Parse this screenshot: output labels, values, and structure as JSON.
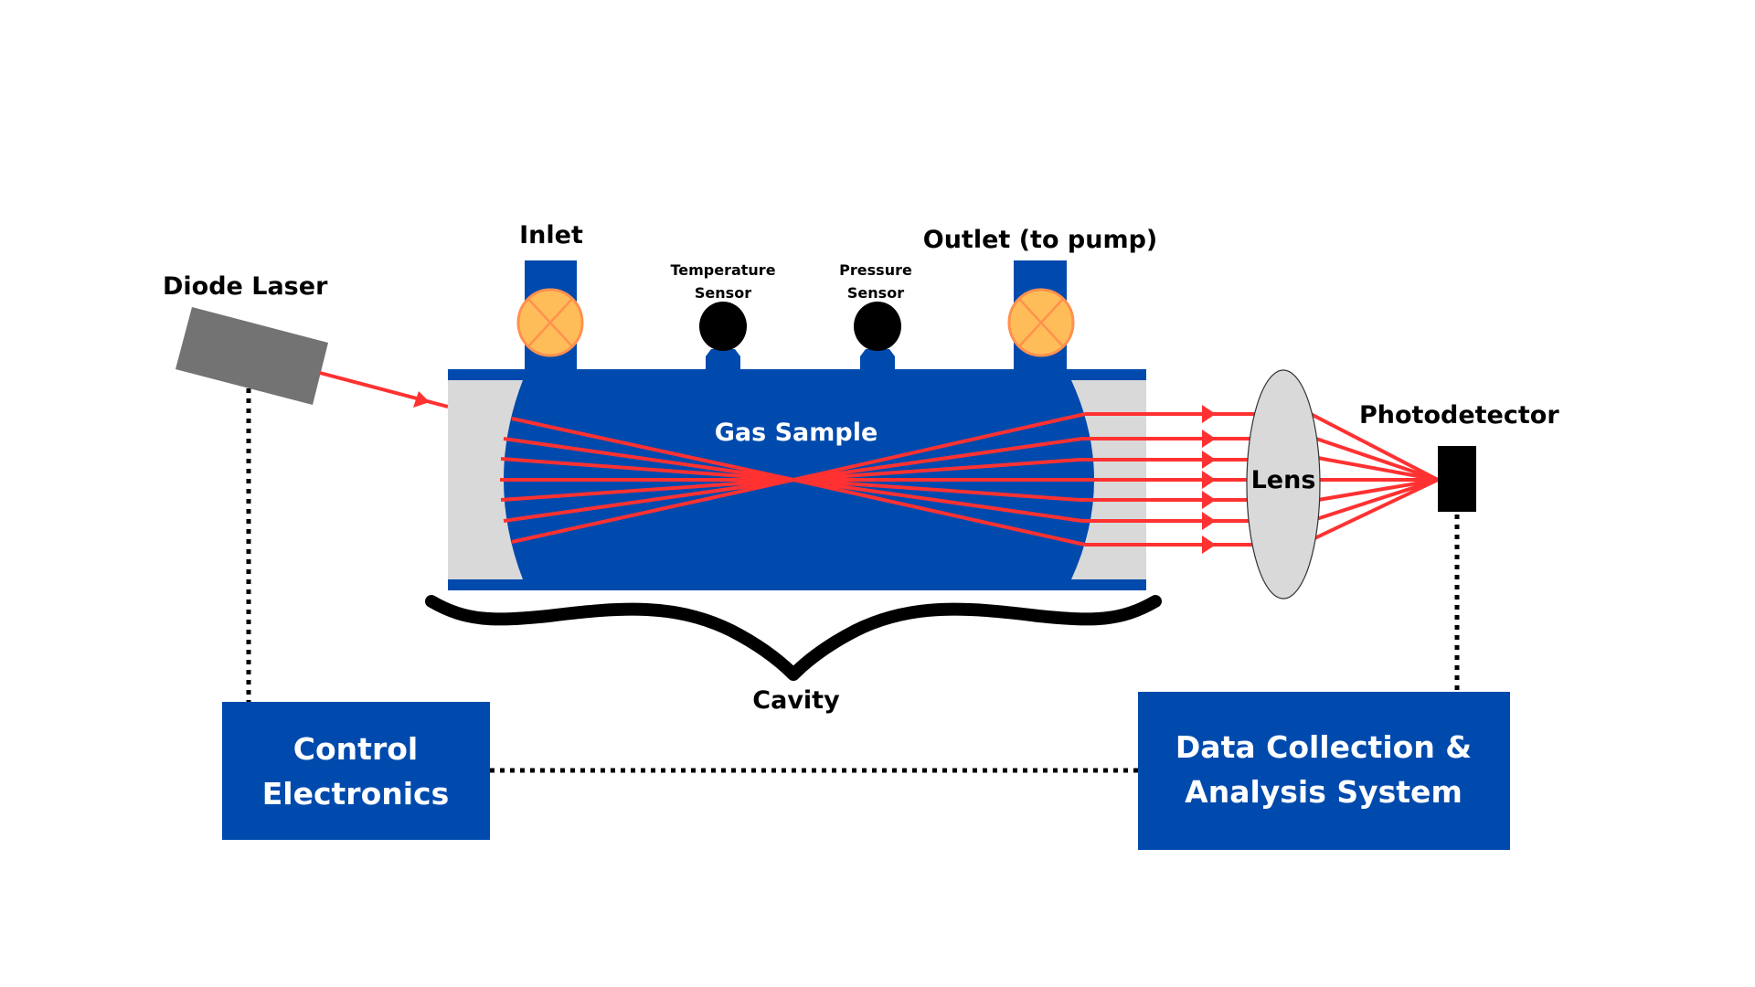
{
  "title": "Cavity-enhanced laser absorption spectroscopy setup",
  "colors": {
    "cavity_blue": "#004AAD",
    "beam_red": "#FF3131",
    "mirror_gray": "#D9D9D9",
    "laser_gray": "#737373",
    "valve_fill": "#FFBD59",
    "valve_stroke": "#FF914D",
    "sensor_black": "#000000",
    "box_blue": "#004AAD"
  },
  "labels": {
    "diode_laser": "Diode Laser",
    "inlet": "Inlet",
    "outlet": "Outlet (to pump)",
    "temperature_sensor": [
      "Temperature",
      "Sensor"
    ],
    "pressure_sensor": [
      "Pressure",
      "Sensor"
    ],
    "gas_sample": "Gas Sample",
    "lens": "Lens",
    "photodetector": "Photodetector",
    "cavity": "Cavity"
  },
  "boxes": {
    "control_electronics": [
      "Control",
      "Electronics"
    ],
    "data_collection": [
      "Data Collection &",
      "Analysis System"
    ]
  },
  "components": {
    "beam_count": 7,
    "valves": [
      "inlet-valve",
      "outlet-valve"
    ],
    "sensors": [
      "temperature-sensor",
      "pressure-sensor"
    ],
    "connections": [
      {
        "from": "diode-laser",
        "to": "control-electronics",
        "style": "dotted"
      },
      {
        "from": "control-electronics",
        "to": "data-collection-system",
        "style": "dotted"
      },
      {
        "from": "photodetector",
        "to": "data-collection-system",
        "style": "dotted"
      }
    ]
  }
}
